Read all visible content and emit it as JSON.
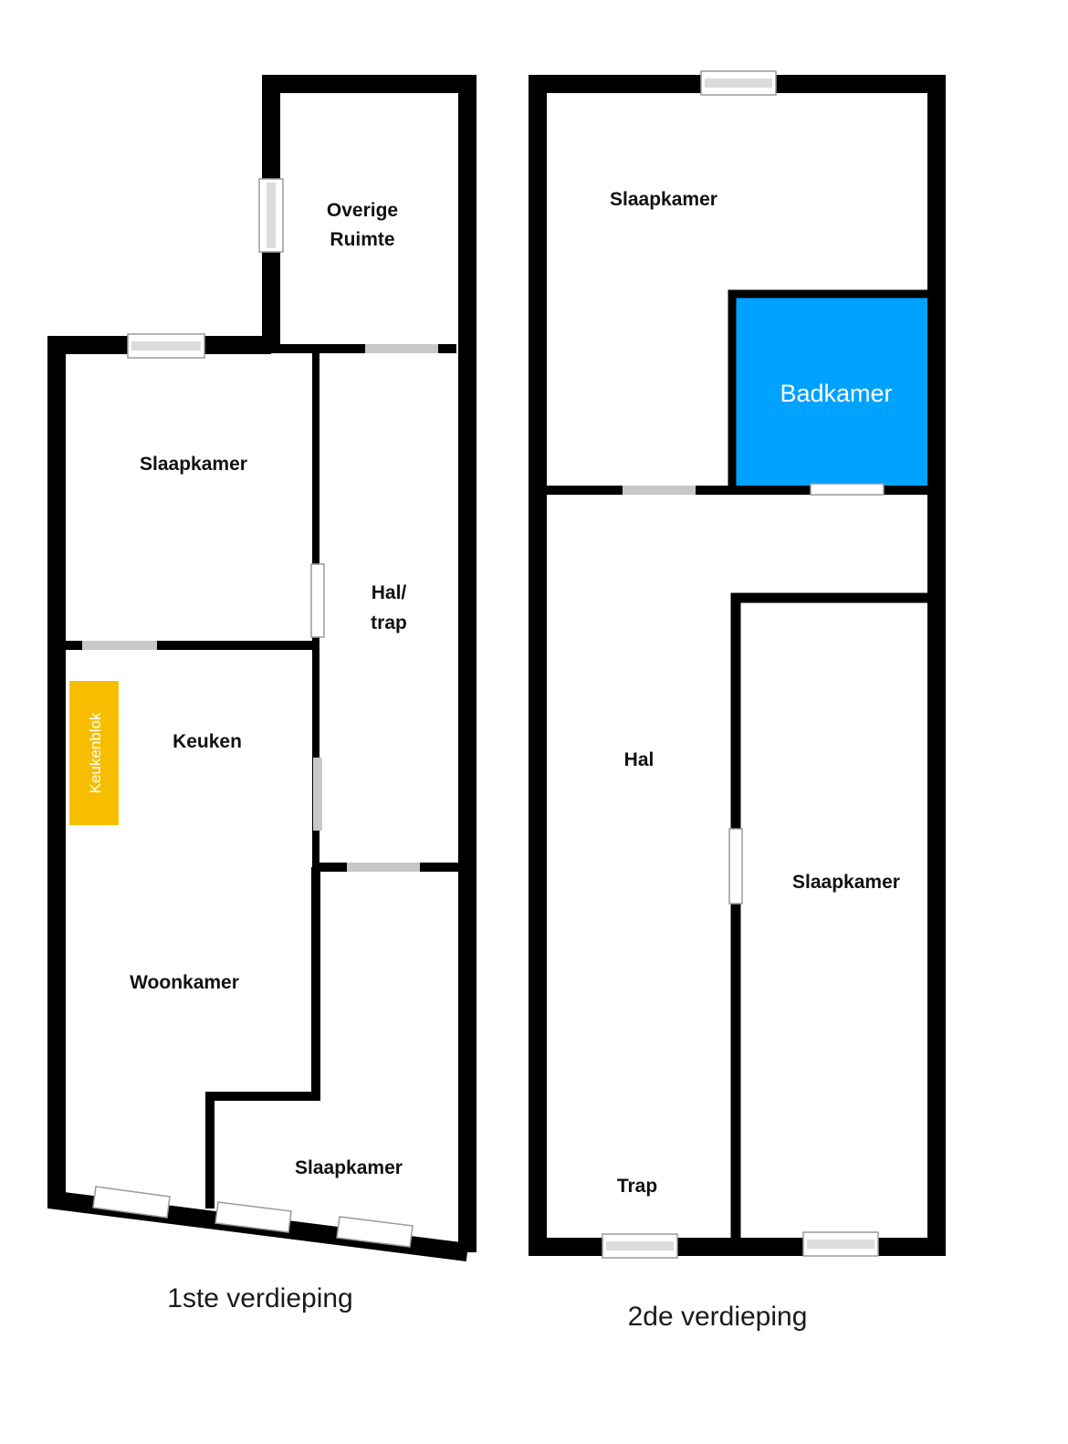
{
  "floors": [
    {
      "caption": "1ste verdieping",
      "rooms": {
        "overige_line1": "Overige",
        "overige_line2": "Ruimte",
        "slaapkamer_top": "Slaapkamer",
        "hal_line1": "Hal/",
        "hal_line2": "trap",
        "keuken": "Keuken",
        "keukenblok": "Keukenblok",
        "woonkamer": "Woonkamer",
        "slaapkamer_bottom": "Slaapkamer"
      }
    },
    {
      "caption": "2de verdieping",
      "rooms": {
        "slaapkamer_top": "Slaapkamer",
        "badkamer": "Badkamer",
        "hal": "Hal",
        "trap": "Trap",
        "slaapkamer_right": "Slaapkamer"
      }
    }
  ],
  "colors": {
    "wall": "#000000",
    "badkamer": "#00a2ff",
    "keukenblok": "#f7be00"
  }
}
